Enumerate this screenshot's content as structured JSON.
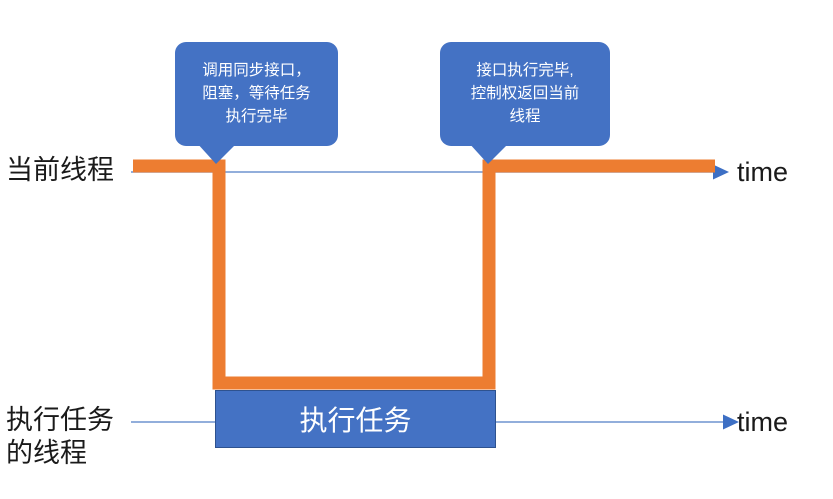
{
  "diagram": {
    "title_text": "",
    "colors": {
      "accent_blue": "#4472C4",
      "accent_orange": "#ED7D31",
      "axis_line": "#6f93cf",
      "text_dark": "#1a1a1a",
      "text_light": "#ffffff"
    },
    "lanes": [
      {
        "id": "current-thread",
        "label": "当前线程",
        "axis_label": "time"
      },
      {
        "id": "worker-thread",
        "label": "执行任务\n的线程",
        "axis_label": "time"
      }
    ],
    "callouts": [
      {
        "id": "sync-call",
        "text": "调用同步接口，\n阻塞，等待任务\n执行完毕"
      },
      {
        "id": "return-control",
        "text": "接口执行完毕,\n控制权返回当前\n线程"
      }
    ],
    "task_box": {
      "label": "执行任务"
    }
  }
}
